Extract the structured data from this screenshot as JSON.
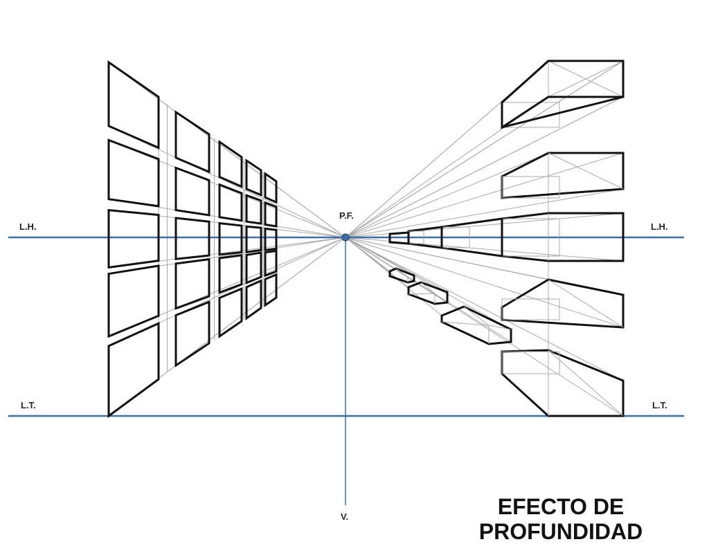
{
  "labels": {
    "lh_left": "L.H.",
    "lh_right": "L.H.",
    "lt_left": "L.T.",
    "lt_right": "L.T.",
    "vanishing_point": "P.F.",
    "viewpoint": "V."
  },
  "title": {
    "line1": "EFECTO DE",
    "line2": "PROFUNDIDAD"
  },
  "colors": {
    "reference_lines": "#3b6ea8",
    "construction_lines": "#a8a8a8",
    "shapes": "#111111",
    "vanishing_point": "#3b6ea8"
  }
}
